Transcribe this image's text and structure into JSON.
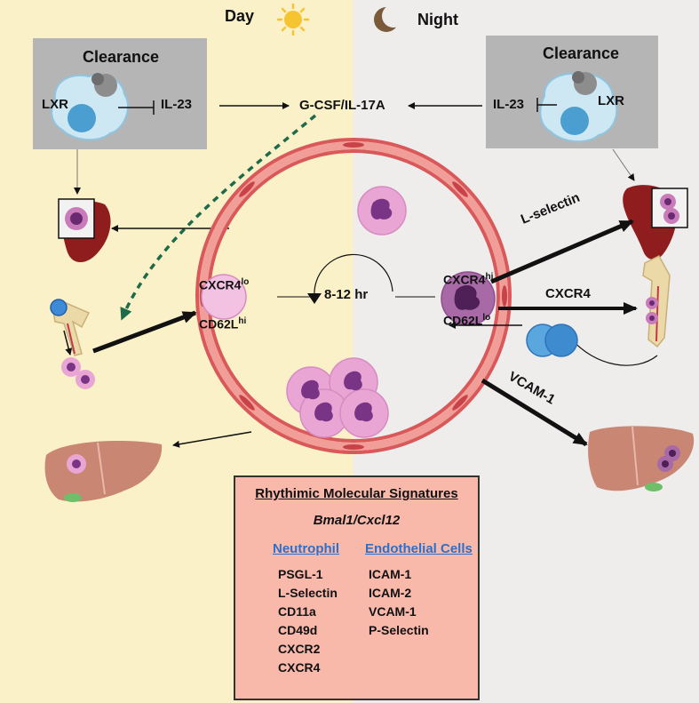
{
  "phases": {
    "day": "Day",
    "night": "Night"
  },
  "clearance_left": {
    "title": "Clearance",
    "lxr": "LXR",
    "il23": "IL-23"
  },
  "clearance_right": {
    "title": "Clearance",
    "lxr": "LXR",
    "il23": "IL-23"
  },
  "gcsf": "G-CSF/IL-17A",
  "cycle": "8-12 hr",
  "left_markers": {
    "cxcr4": "CXCR4",
    "cxcr4_sup": "lo",
    "cd62l": "CD62L",
    "cd62l_sup": "hi"
  },
  "right_markers": {
    "cxcr4": "CXCR4",
    "cxcr4_sup": "hi",
    "cd62l": "CD62L",
    "cd62l_sup": "lo"
  },
  "arrows": {
    "lselectin": "L-selectin",
    "cxcr4": "CXCR4",
    "vcam1": "VCAM-1"
  },
  "signatures": {
    "title": "Rhythimic Molecular Signatures",
    "subtitle": "Bmal1/Cxcl12",
    "neutrophil_header": "Neutrophil",
    "endothelial_header": "Endothelial Cells",
    "neutrophil": [
      "PSGL-1",
      "L-Selectin",
      "CD11a",
      "CD49d",
      "CXCR2",
      "CXCR4"
    ],
    "endothelial": [
      "ICAM-1",
      "ICAM-2",
      "VCAM-1",
      "P-Selectin"
    ]
  },
  "colors": {
    "day_bg": "#fbf1c8",
    "night_bg": "#efecec",
    "box_bg": "#f8b8aa",
    "vessel": "#d9585a",
    "neutrophil": "#e9a6d4",
    "dashed_arrow": "#1d6b4a"
  }
}
